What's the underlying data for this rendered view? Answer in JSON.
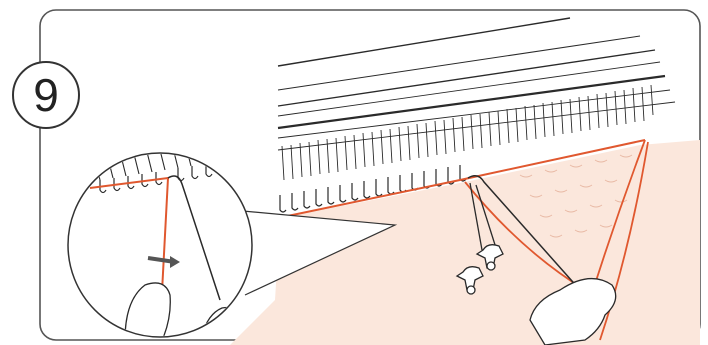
{
  "step": {
    "number": "9"
  },
  "colors": {
    "frame_stroke": "#555555",
    "line": "#2a2a2a",
    "yarn": "#e0582f",
    "knit_fill": "#fbe7dc",
    "background": "#ffffff"
  },
  "illustration": {
    "main_view": "knitting-machine-needle-bed",
    "detail_view": "magnified-latch-tool-on-needle-hook",
    "accessories": [
      "claw-weight",
      "claw-weight"
    ]
  }
}
